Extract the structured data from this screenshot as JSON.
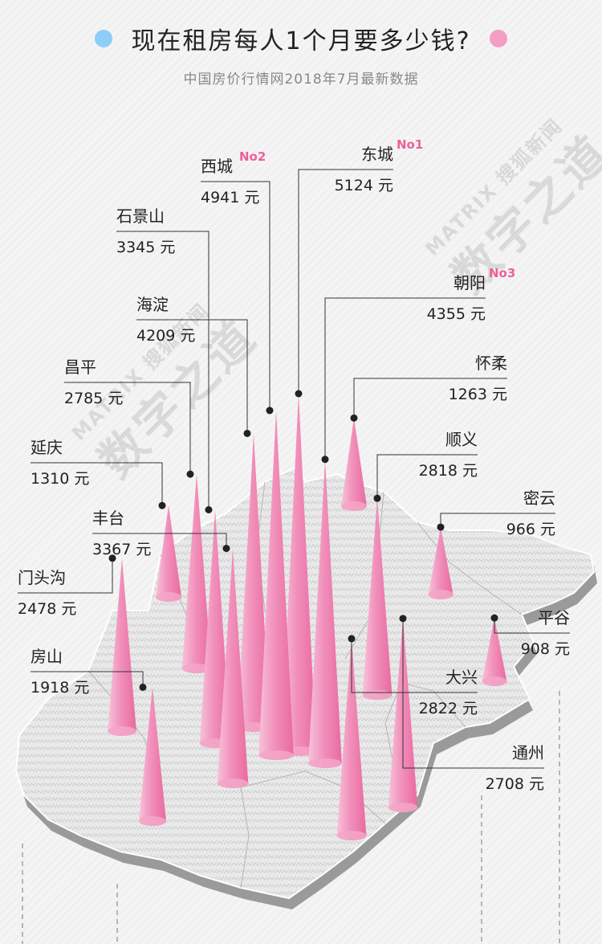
{
  "title": "现在租房每人1个月要多少钱?",
  "subtitle": "中国房价行情网2018年7月最新数据",
  "watermark": {
    "line1": "MATRIX 搜狐新闻",
    "line2": "数字之道"
  },
  "colors": {
    "title_dot_left": "#8ecdf7",
    "title_dot_right": "#f59ec4",
    "cone": "#f06fa5",
    "rank_badge": "#ee5f9c",
    "label_line": "#333333"
  },
  "chart_data": {
    "type": "bar",
    "title": "现在租房每人1个月要多少钱?",
    "subtitle": "中国房价行情网2018年7月最新数据",
    "unit": "元",
    "categories": [
      "东城",
      "西城",
      "朝阳",
      "海淀",
      "丰台",
      "石景山",
      "顺义",
      "大兴",
      "昌平",
      "通州",
      "门头沟",
      "房山",
      "延庆",
      "怀柔",
      "密云",
      "平谷"
    ],
    "values": [
      5124,
      4941,
      4355,
      4209,
      3367,
      3345,
      2818,
      2822,
      2785,
      2708,
      2478,
      1918,
      1310,
      1263,
      966,
      908
    ],
    "value_labels": [
      "5124 元",
      "4941 元",
      "4355 元",
      "4209 元",
      "3367 元",
      "3345 元",
      "2818 元",
      "2822 元",
      "2785 元",
      "2708 元",
      "2478 元",
      "1918 元",
      "1310 元",
      "1263 元",
      "966 元",
      "908 元"
    ],
    "ranks": [
      "No1",
      "No2",
      "No3",
      "",
      "",
      "",
      "",
      "",
      "",
      "",
      "",
      "",
      "",
      "",
      "",
      ""
    ]
  }
}
